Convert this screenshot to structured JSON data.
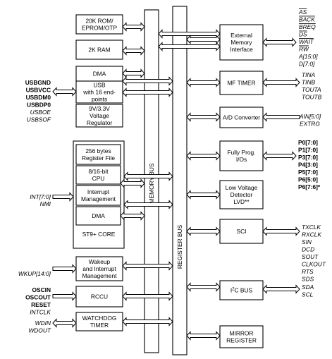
{
  "buses": {
    "memory_bus": "MEMORY BUS",
    "register_bus": "REGISTER BUS"
  },
  "blocks": {
    "rom": [
      "20K ROM/",
      "EPROM/OTP"
    ],
    "ram": [
      "2K RAM"
    ],
    "dma_top": [
      "DMA"
    ],
    "usb": [
      "USB",
      "with 16 end-",
      "points"
    ],
    "regulator": [
      "9V/3.3V",
      "Voltage",
      "Regulator"
    ],
    "register_file": [
      "256 bytes",
      "Register File"
    ],
    "cpu": [
      "8/16-bit",
      "CPU"
    ],
    "interrupt_mgmt": [
      "Interrupt",
      "Management"
    ],
    "dma_core": [
      "DMA"
    ],
    "core_label": "ST9+ CORE",
    "wakeup": [
      "Wakeup",
      "and Interrupt",
      "Management"
    ],
    "rccu": [
      "RCCU"
    ],
    "watchdog": [
      "WATCHDOG",
      "TIMER"
    ],
    "ext_mem": [
      "External",
      "Memory",
      "Interface"
    ],
    "mf_timer": [
      "MF TIMER"
    ],
    "adc": [
      "A/D Converter"
    ],
    "io": [
      "Fully Prog.",
      "I/Os"
    ],
    "lvd": [
      "Low Voltage",
      "Detector",
      "LVD**"
    ],
    "sci": [
      "SCI"
    ],
    "i2c_prefix": "I",
    "i2c_sup": "2",
    "i2c_suffix": "C BUS",
    "mirror": [
      "MIRROR",
      "REGISTER"
    ]
  },
  "left_signals": {
    "usb": [
      {
        "text": "USBGND",
        "style": "b"
      },
      {
        "text": "USBVCC",
        "style": "b"
      },
      {
        "text": "USBDM0",
        "style": "b"
      },
      {
        "text": "USBDP0",
        "style": "b"
      },
      {
        "text": "USBOE",
        "style": "it"
      },
      {
        "text": "USBSOF",
        "style": "it"
      }
    ],
    "int": [
      {
        "text": "INT[7:0]",
        "style": "it"
      },
      {
        "text": "NMI",
        "style": "it"
      }
    ],
    "wakeup": [
      {
        "text": "WKUP[14:0]",
        "style": "it"
      }
    ],
    "rccu": [
      {
        "text": "OSCIN",
        "style": "b"
      },
      {
        "text": "OSCOUT",
        "style": "b"
      },
      {
        "text": "RESET",
        "style": "b"
      },
      {
        "text": "INTCLK",
        "style": "it"
      }
    ],
    "watchdog": [
      {
        "text": "WDIN",
        "style": "it"
      },
      {
        "text": "WDOUT",
        "style": "it"
      }
    ]
  },
  "right_signals": {
    "ext_mem": [
      {
        "text": "AS",
        "style": "it",
        "overline": true
      },
      {
        "text": "BACK",
        "style": "it",
        "overline": true
      },
      {
        "text": "BREQ",
        "style": "it",
        "overline": true
      },
      {
        "text": "DS",
        "style": "it",
        "overline": true
      },
      {
        "text": "WAIT",
        "style": "it",
        "overline": true
      },
      {
        "text": "RW",
        "style": "it",
        "overline": true
      },
      {
        "text": "A[15:0]",
        "style": "it"
      },
      {
        "text": "D[7:0]",
        "style": "it"
      }
    ],
    "mf_timer": [
      {
        "text": "TINA",
        "style": "it"
      },
      {
        "text": "TINB",
        "style": "it"
      },
      {
        "text": "TOUTA",
        "style": "it"
      },
      {
        "text": "TOUTB",
        "style": "it"
      }
    ],
    "adc": [
      {
        "text": "AIN[5:0]",
        "style": "it"
      },
      {
        "text": "EXTRG",
        "style": "it"
      }
    ],
    "io": [
      {
        "text": "P0[7:0]",
        "style": "b"
      },
      {
        "text": "P1[7:0]",
        "style": "b"
      },
      {
        "text": "P3[7:0]",
        "style": "b"
      },
      {
        "text": "P4[3:0]",
        "style": "b"
      },
      {
        "text": "P5[7:0]",
        "style": "b"
      },
      {
        "text": "P6[5:0]",
        "style": "b"
      },
      {
        "text": "P6[7:6]*",
        "style": "b"
      }
    ],
    "sci": [
      {
        "text": "TXCLK",
        "style": "it"
      },
      {
        "text": "RXCLK",
        "style": "it"
      },
      {
        "text": "SIN",
        "style": "it"
      },
      {
        "text": "DCD",
        "style": "it"
      },
      {
        "text": "SOUT",
        "style": "it"
      },
      {
        "text": "CLKOUT",
        "style": "it"
      },
      {
        "text": "RTS",
        "style": "it"
      },
      {
        "text": "SDS",
        "style": "it"
      }
    ],
    "i2c": [
      {
        "text": "SDA",
        "style": "it"
      },
      {
        "text": "SCL",
        "style": "it"
      }
    ]
  }
}
